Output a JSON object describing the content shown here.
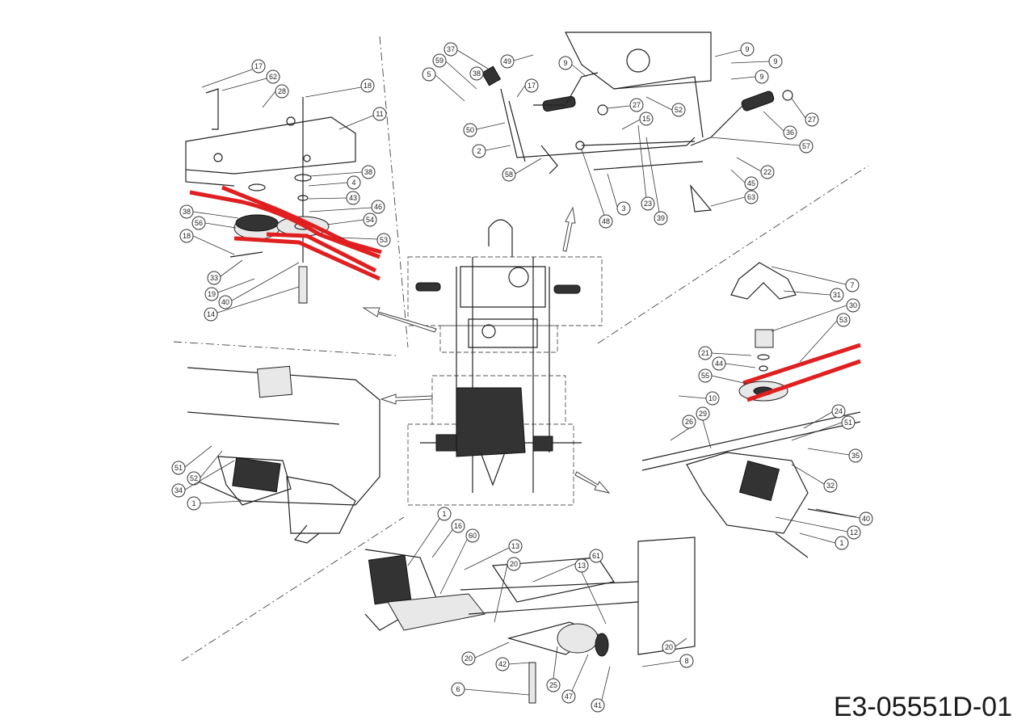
{
  "drawing_code": "E3-05551D-01",
  "colors": {
    "belt": "#e02020",
    "line": "#222222"
  },
  "views": [
    {
      "id": "top-left-pulley",
      "callouts": [
        "17",
        "62",
        "28",
        "18",
        "11",
        "38",
        "4",
        "43",
        "46",
        "54",
        "53",
        "38",
        "56",
        "18",
        "33",
        "19",
        "40",
        "14"
      ]
    },
    {
      "id": "top-center-pedals",
      "callouts": [
        "37",
        "59",
        "5",
        "38",
        "49",
        "9",
        "17",
        "9",
        "9",
        "9",
        "27",
        "52",
        "15",
        "27",
        "36",
        "57",
        "50",
        "2",
        "58",
        "48",
        "3",
        "23",
        "39",
        "22",
        "45",
        "63"
      ]
    },
    {
      "id": "right-transmission",
      "callouts": [
        "7",
        "31",
        "30",
        "53",
        "21",
        "44",
        "55",
        "10",
        "26",
        "29",
        "24",
        "51",
        "35",
        "32",
        "40",
        "12",
        "1"
      ]
    },
    {
      "id": "left-transmission",
      "callouts": [
        "51",
        "52",
        "34",
        "1"
      ]
    },
    {
      "id": "bottom-bracket",
      "callouts": [
        "1",
        "16",
        "60",
        "13",
        "20",
        "61",
        "13",
        "20",
        "42",
        "25",
        "47",
        "41",
        "6",
        "20",
        "8"
      ]
    }
  ]
}
